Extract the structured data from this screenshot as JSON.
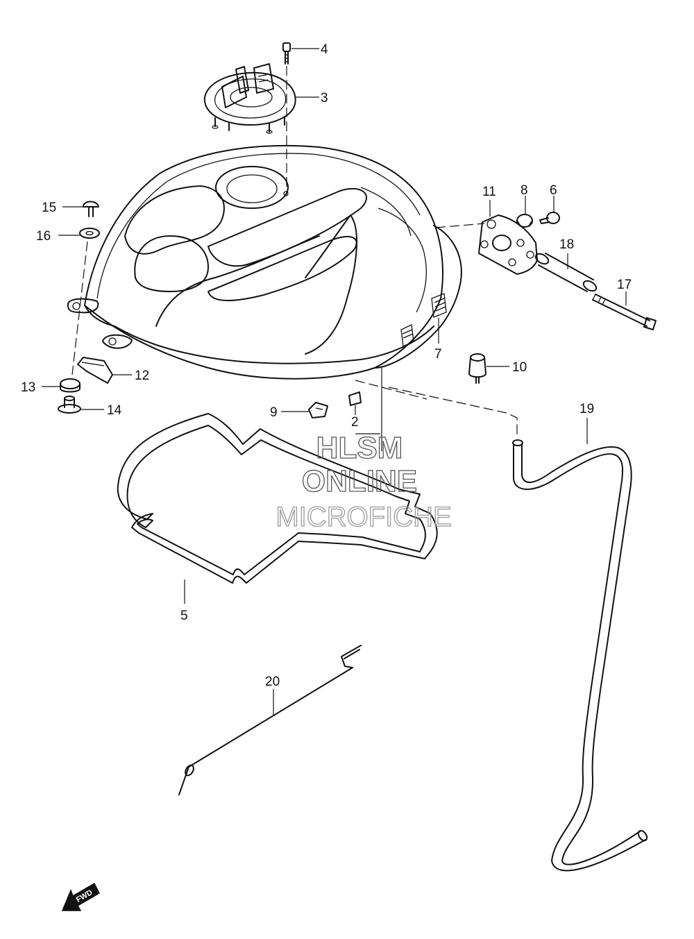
{
  "callouts": {
    "c2": "2",
    "c3": "3",
    "c4": "4",
    "c5": "5",
    "c6": "6",
    "c7": "7",
    "c8": "8",
    "c9": "9",
    "c10": "10",
    "c11": "11",
    "c12": "12",
    "c13": "13",
    "c14": "14",
    "c15": "15",
    "c16": "16",
    "c17": "17",
    "c18": "18",
    "c19": "19",
    "c20": "20"
  },
  "watermark": {
    "line1": "HLSM",
    "line2": "ONLINE",
    "line3": "MICROFICHE"
  },
  "fwd_label": "FWD"
}
